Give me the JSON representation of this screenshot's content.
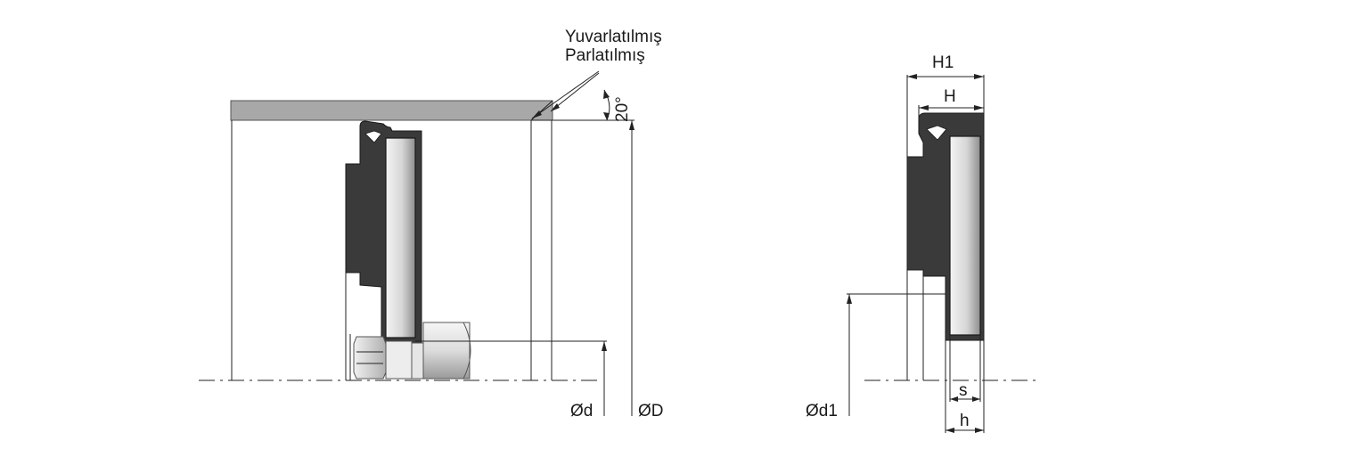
{
  "drawing": {
    "note_line1": "Yuvarlatılmış",
    "note_line2": "Parlatılmış",
    "angle_label": "20°",
    "dim_d": "Ød",
    "dim_D": "ØD",
    "dim_H1": "H1",
    "dim_H": "H",
    "dim_d1": "Ød1",
    "dim_s": "s",
    "dim_h": "h"
  },
  "colors": {
    "seal_rubber": "#3a3a3a",
    "housing_gray": "#a8a8a8",
    "metal_insert_light": "#f2f2f2",
    "metal_insert_dark": "#8f8f8f",
    "line": "#222222"
  }
}
